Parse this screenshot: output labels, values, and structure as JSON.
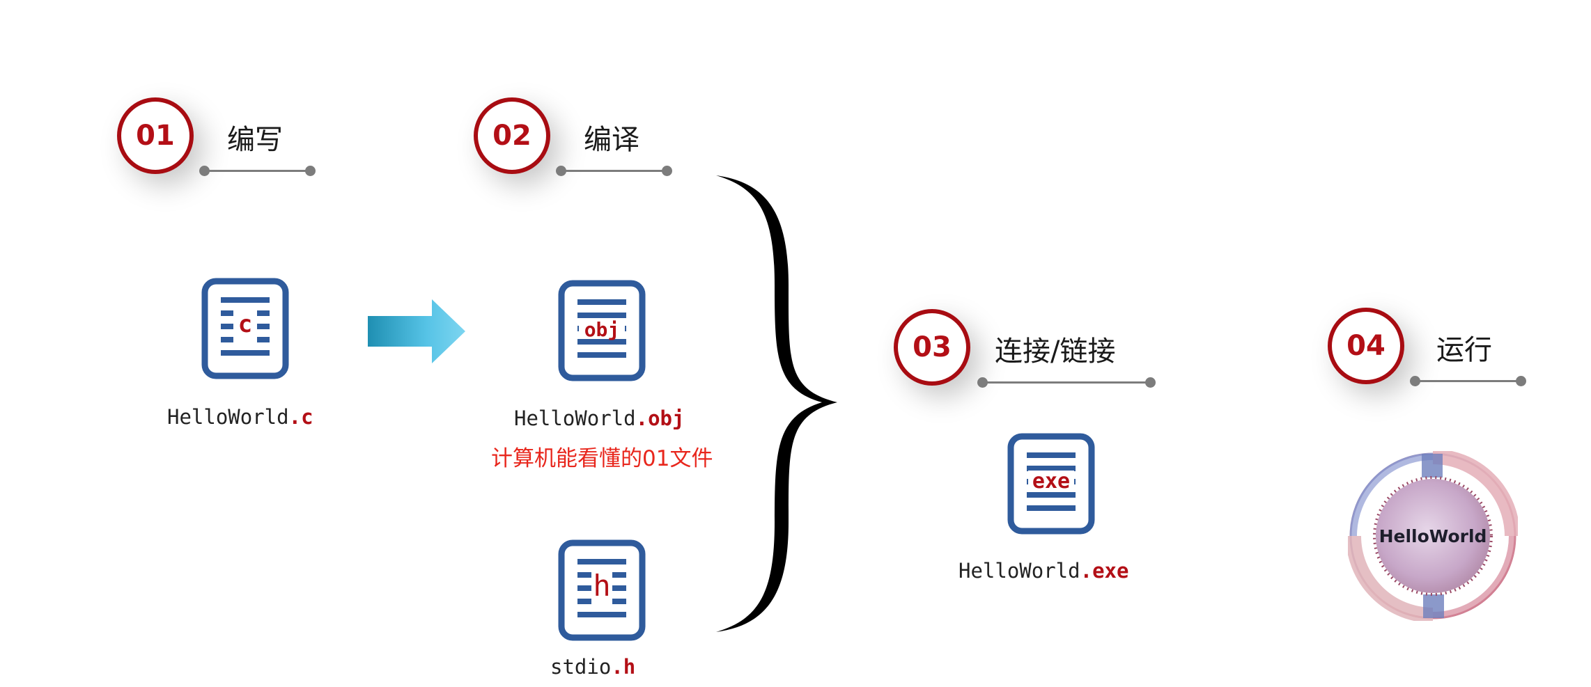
{
  "steps": [
    {
      "num": "01",
      "label": "编写"
    },
    {
      "num": "02",
      "label": "编译"
    },
    {
      "num": "03",
      "label": "连接/链接"
    },
    {
      "num": "04",
      "label": "运行"
    }
  ],
  "files": {
    "source": {
      "icon_text": "c",
      "name": "HelloWorld",
      "ext": ".c"
    },
    "object": {
      "icon_text": "obj",
      "name": "HelloWorld",
      "ext": ".obj",
      "note": "计算机能看懂的01文件"
    },
    "header": {
      "icon_text": "h",
      "name": "stdio",
      "ext": ".h"
    },
    "executable": {
      "icon_text": "exe",
      "name": "HelloWorld",
      "ext": ".exe"
    }
  },
  "run": {
    "title": "HelloWorld"
  },
  "colors": {
    "accent": "#b30f16",
    "icon_blue": "#2f5b9c",
    "arrow": "#42b8dc",
    "note": "#e8261c"
  }
}
